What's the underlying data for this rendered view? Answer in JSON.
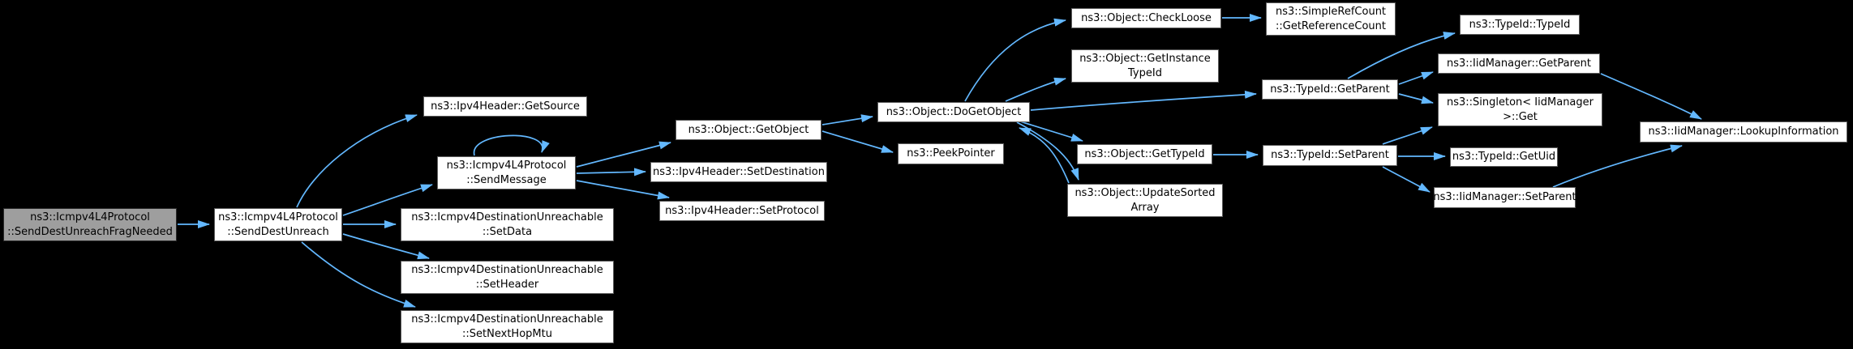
{
  "diagram": {
    "type": "call-graph",
    "colors": {
      "background": "#000000",
      "edge": "#63b8ff",
      "node_fill": "#ffffff",
      "node_border": "#5d5d5d",
      "highlight_fill": "#9e9e9e",
      "text": "#000000"
    },
    "nodes": [
      {
        "id": "icmpv4-send-dest-unreach-frag-needed",
        "lines": [
          "ns3::Icmpv4L4Protocol",
          "::SendDestUnreachFragNeeded"
        ],
        "highlight": true
      },
      {
        "id": "icmpv4-send-dest-unreach",
        "lines": [
          "ns3::Icmpv4L4Protocol",
          "::SendDestUnreach"
        ],
        "highlight": false
      },
      {
        "id": "ipv4header-get-source",
        "lines": [
          "ns3::Ipv4Header::GetSource"
        ],
        "highlight": false
      },
      {
        "id": "icmpv4-send-message",
        "lines": [
          "ns3::Icmpv4L4Protocol",
          "::SendMessage"
        ],
        "highlight": false
      },
      {
        "id": "dest-unreachable-set-data",
        "lines": [
          "ns3::Icmpv4DestinationUnreachable",
          "::SetData"
        ],
        "highlight": false
      },
      {
        "id": "dest-unreachable-set-header",
        "lines": [
          "ns3::Icmpv4DestinationUnreachable",
          "::SetHeader"
        ],
        "highlight": false
      },
      {
        "id": "dest-unreachable-set-next-hop-mtu",
        "lines": [
          "ns3::Icmpv4DestinationUnreachable",
          "::SetNextHopMtu"
        ],
        "highlight": false
      },
      {
        "id": "object-get-object",
        "lines": [
          "ns3::Object::GetObject"
        ],
        "highlight": false
      },
      {
        "id": "ipv4header-set-destination",
        "lines": [
          "ns3::Ipv4Header::SetDestination"
        ],
        "highlight": false
      },
      {
        "id": "ipv4header-set-protocol",
        "lines": [
          "ns3::Ipv4Header::SetProtocol"
        ],
        "highlight": false
      },
      {
        "id": "object-do-get-object",
        "lines": [
          "ns3::Object::DoGetObject"
        ],
        "highlight": false
      },
      {
        "id": "peek-pointer",
        "lines": [
          "ns3::PeekPointer"
        ],
        "highlight": false
      },
      {
        "id": "object-check-loose",
        "lines": [
          "ns3::Object::CheckLoose"
        ],
        "highlight": false
      },
      {
        "id": "object-get-instance-type-id",
        "lines": [
          "ns3::Object::GetInstance",
          "TypeId"
        ],
        "highlight": false
      },
      {
        "id": "simple-ref-count-get-reference-count",
        "lines": [
          "ns3::SimpleRefCount",
          "::GetReferenceCount"
        ],
        "highlight": false
      },
      {
        "id": "type-id-constructor",
        "lines": [
          "ns3::TypeId::TypeId"
        ],
        "highlight": false
      },
      {
        "id": "iid-manager-get-parent",
        "lines": [
          "ns3::IidManager::GetParent"
        ],
        "highlight": false
      },
      {
        "id": "type-id-get-parent",
        "lines": [
          "ns3::TypeId::GetParent"
        ],
        "highlight": false
      },
      {
        "id": "singleton-iid-manager-get",
        "lines": [
          "ns3::Singleton< IidManager",
          ">::Get"
        ],
        "highlight": false
      },
      {
        "id": "object-get-type-id",
        "lines": [
          "ns3::Object::GetTypeId"
        ],
        "highlight": false
      },
      {
        "id": "type-id-set-parent",
        "lines": [
          "ns3::TypeId::SetParent"
        ],
        "highlight": false
      },
      {
        "id": "type-id-get-uid",
        "lines": [
          "ns3::TypeId::GetUid"
        ],
        "highlight": false
      },
      {
        "id": "object-update-sorted-array",
        "lines": [
          "ns3::Object::UpdateSorted",
          "Array"
        ],
        "highlight": false
      },
      {
        "id": "iid-manager-set-parent",
        "lines": [
          "ns3::IidManager::SetParent"
        ],
        "highlight": false
      },
      {
        "id": "iid-manager-lookup-information",
        "lines": [
          "ns3::IidManager::LookupInformation"
        ],
        "highlight": false
      }
    ],
    "edges": [
      {
        "from": "icmpv4-send-dest-unreach-frag-needed",
        "to": "icmpv4-send-dest-unreach"
      },
      {
        "from": "icmpv4-send-dest-unreach",
        "to": "ipv4header-get-source"
      },
      {
        "from": "icmpv4-send-dest-unreach",
        "to": "icmpv4-send-message"
      },
      {
        "from": "icmpv4-send-dest-unreach",
        "to": "dest-unreachable-set-data"
      },
      {
        "from": "icmpv4-send-dest-unreach",
        "to": "dest-unreachable-set-header"
      },
      {
        "from": "icmpv4-send-dest-unreach",
        "to": "dest-unreachable-set-next-hop-mtu"
      },
      {
        "from": "icmpv4-send-message",
        "to": "icmpv4-send-message"
      },
      {
        "from": "icmpv4-send-message",
        "to": "object-get-object"
      },
      {
        "from": "icmpv4-send-message",
        "to": "ipv4header-set-destination"
      },
      {
        "from": "icmpv4-send-message",
        "to": "ipv4header-set-protocol"
      },
      {
        "from": "object-get-object",
        "to": "object-do-get-object"
      },
      {
        "from": "object-get-object",
        "to": "peek-pointer"
      },
      {
        "from": "object-do-get-object",
        "to": "object-check-loose"
      },
      {
        "from": "object-do-get-object",
        "to": "object-get-instance-type-id"
      },
      {
        "from": "object-do-get-object",
        "to": "type-id-get-parent"
      },
      {
        "from": "object-do-get-object",
        "to": "object-get-type-id"
      },
      {
        "from": "object-do-get-object",
        "to": "object-update-sorted-array"
      },
      {
        "from": "object-update-sorted-array",
        "to": "object-do-get-object"
      },
      {
        "from": "object-check-loose",
        "to": "simple-ref-count-get-reference-count"
      },
      {
        "from": "type-id-get-parent",
        "to": "type-id-constructor"
      },
      {
        "from": "type-id-get-parent",
        "to": "iid-manager-get-parent"
      },
      {
        "from": "type-id-get-parent",
        "to": "singleton-iid-manager-get"
      },
      {
        "from": "iid-manager-get-parent",
        "to": "iid-manager-lookup-information"
      },
      {
        "from": "object-get-type-id",
        "to": "type-id-set-parent"
      },
      {
        "from": "type-id-set-parent",
        "to": "singleton-iid-manager-get"
      },
      {
        "from": "type-id-set-parent",
        "to": "type-id-get-uid"
      },
      {
        "from": "type-id-set-parent",
        "to": "iid-manager-set-parent"
      },
      {
        "from": "iid-manager-set-parent",
        "to": "iid-manager-lookup-information"
      }
    ]
  }
}
